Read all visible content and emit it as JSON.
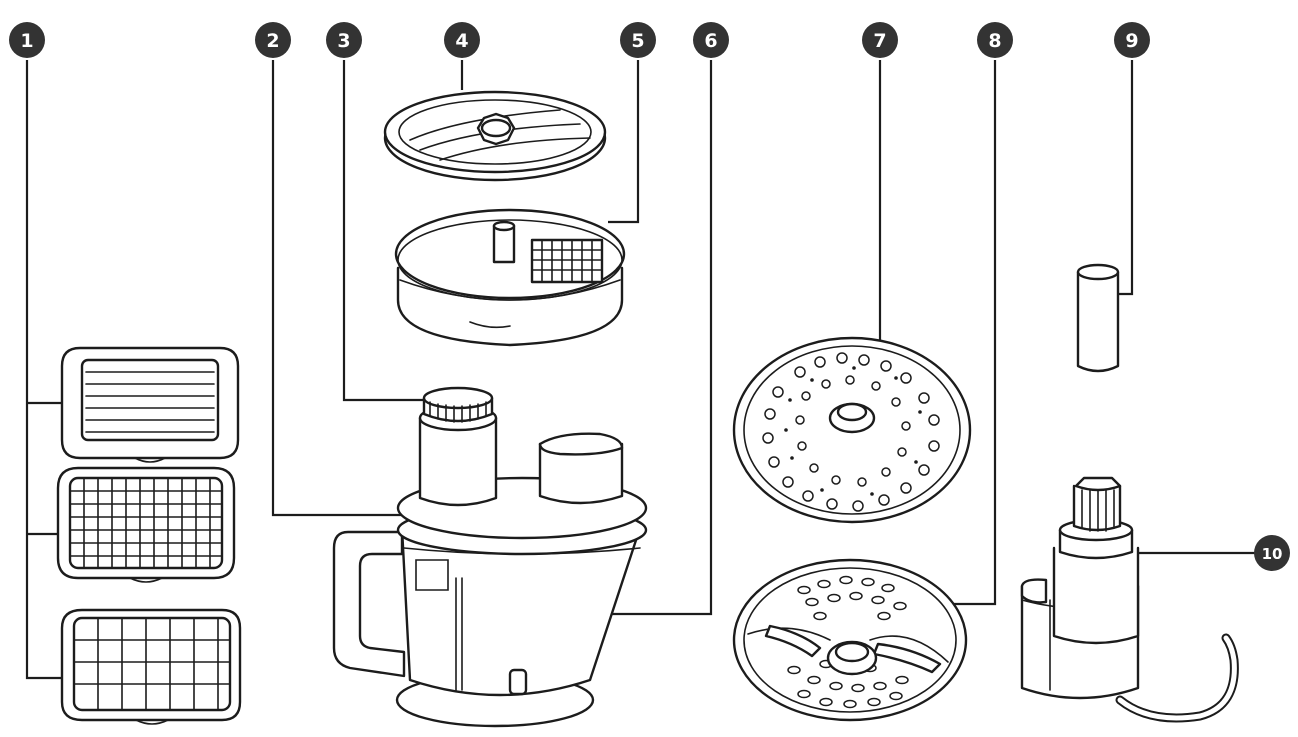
{
  "callouts": [
    {
      "id": "callout-1",
      "label": "1"
    },
    {
      "id": "callout-2",
      "label": "2"
    },
    {
      "id": "callout-3",
      "label": "3"
    },
    {
      "id": "callout-4",
      "label": "4"
    },
    {
      "id": "callout-5",
      "label": "5"
    },
    {
      "id": "callout-6",
      "label": "6"
    },
    {
      "id": "callout-7",
      "label": "7"
    },
    {
      "id": "callout-8",
      "label": "8"
    },
    {
      "id": "callout-9",
      "label": "9"
    },
    {
      "id": "callout-10",
      "label": "10"
    }
  ],
  "colors": {
    "ink": "#1c1c1c",
    "badge": "#333333",
    "background": "#ffffff"
  }
}
